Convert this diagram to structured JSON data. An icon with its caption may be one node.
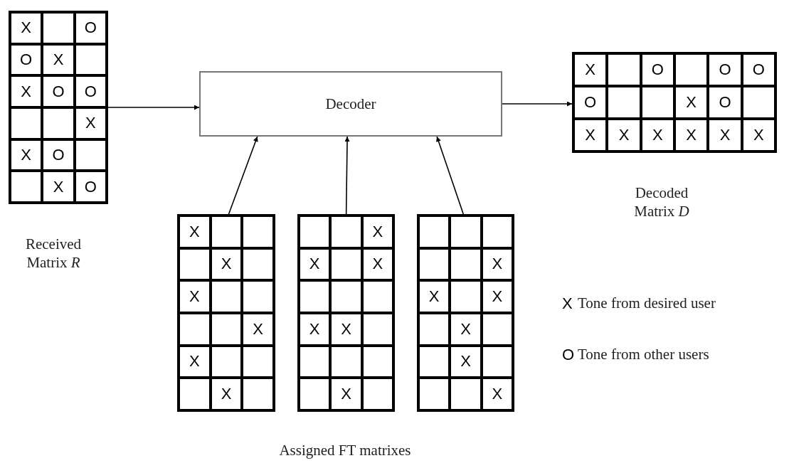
{
  "diagram": {
    "nodes": [
      {
        "text": [],
        "shape": "grid",
        "beside": [
          "Received Matrix *R*"
        ]
      },
      {
        "text": [
          "Decoder"
        ]
      },
      {
        "text": [],
        "shape": "grid",
        "beside": [
          "Decoded Matrix *D*"
        ]
      },
      {
        "text": [],
        "shape": "grid"
      },
      {
        "text": [],
        "shape": "grid"
      },
      {
        "text": [],
        "shape": "grid"
      }
    ],
    "edges": [
      {
        "from": 0,
        "to": 1,
        "arrow": "to"
      },
      {
        "from": 1,
        "to": 2,
        "arrow": "to"
      },
      {
        "from": 3,
        "to": 1,
        "arrow": "to"
      },
      {
        "from": 4,
        "to": 1,
        "arrow": "to"
      },
      {
        "from": 5,
        "to": 1,
        "arrow": "to"
      }
    ],
    "labels": [
      "X",
      "O",
      "O",
      "X",
      "X",
      "O",
      "O",
      "X",
      "X",
      "O",
      "X",
      "O",
      "X",
      "O",
      "O",
      "O",
      "O",
      "X",
      "O",
      "X",
      "X",
      "X",
      "X",
      "X",
      "X",
      "X",
      "X",
      "X",
      "X",
      "X",
      "X",
      "X",
      "X",
      "X",
      "X",
      "X",
      "X",
      "X",
      "X",
      "X",
      "X",
      "X",
      "X",
      "Assigned FT matrixes",
      "X",
      "Tone from desired user",
      "O",
      "Tone from other users"
    ]
  }
}
